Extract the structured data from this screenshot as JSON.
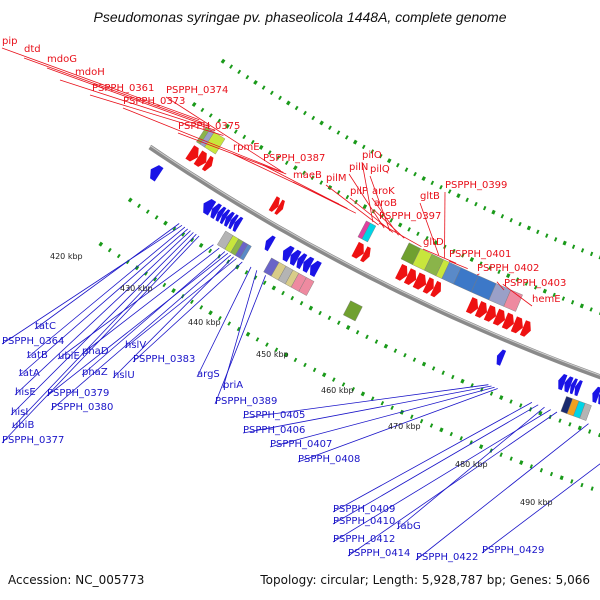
{
  "title": "Pseudomonas syringae pv. phaseolicola 1448A, complete genome",
  "footer": {
    "accession": "Accession: NC_005773",
    "summary": "Topology: circular; Length: 5,928,787 bp; Genes: 5,066"
  },
  "colors": {
    "forward_label": "#e8101a",
    "reverse_label": "#1a14c8",
    "backbone": "#8a8a8a",
    "tick": "#1a9a1a",
    "forward_feature": "#ee1111",
    "reverse_feature": "#1a14e6"
  },
  "scale_labels": [
    "420 kbp",
    "430 kbp",
    "440 kbp",
    "450 kbp",
    "460 kbp",
    "470 kbp",
    "480 kbp",
    "490 kbp"
  ],
  "forward_genes": [
    "pip",
    "dtd",
    "mdoG",
    "mdoH",
    "PSPPH_0361",
    "PSPPH_0374",
    "PSPPH_0373",
    "PSPPH_0375",
    "rpmE",
    "PSPPH_0387",
    "maeB",
    "pilO",
    "pilM",
    "pilN",
    "pilQ",
    "pilP",
    "aroK",
    "aroB",
    "PSPPH_0397",
    "gltB",
    "PSPPH_0399",
    "gltD",
    "PSPPH_0401",
    "PSPPH_0402",
    "PSPPH_0403",
    "hemE"
  ],
  "reverse_genes": [
    "tatC",
    "PSPPH_0364",
    "tatB",
    "tatA",
    "hisE",
    "hisI",
    "ubiB",
    "PSPPH_0377",
    "ubiE",
    "phaD",
    "phaZ",
    "PSPPH_0379",
    "PSPPH_0380",
    "hslU",
    "hslV",
    "PSPPH_0383",
    "argS",
    "priA",
    "PSPPH_0389",
    "PSPPH_0405",
    "PSPPH_0406",
    "PSPPH_0407",
    "PSPPH_0408",
    "PSPPH_0409",
    "PSPPH_0410",
    "fabG",
    "PSPPH_0412",
    "PSPPH_0414",
    "PSPPH_0422",
    "PSPPH_0429"
  ]
}
